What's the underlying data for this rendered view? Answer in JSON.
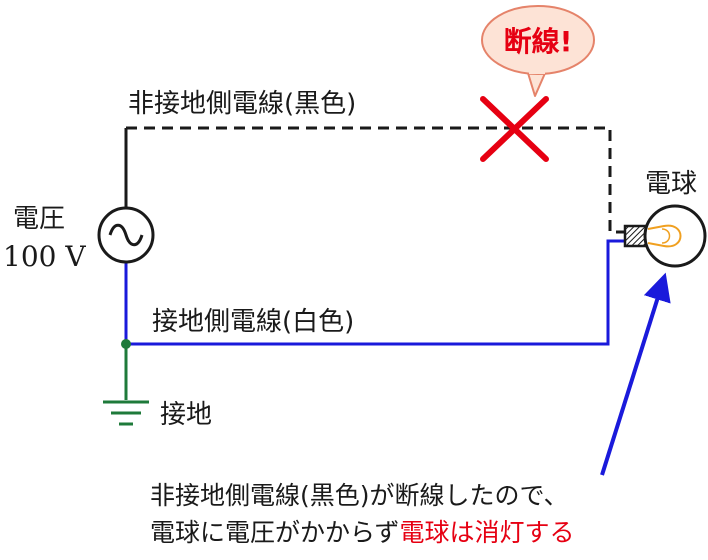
{
  "labels": {
    "hot_wire": "非接地側電線(黒色)",
    "neutral_wire": "接地側電線(白色)",
    "source_name": "電圧",
    "source_value": "100 V",
    "bulb": "電球",
    "ground": "接地",
    "callout": "断線!",
    "note_line1": "非接地側電線(黒色)が断線したので、",
    "note_line2_prefix": "電球に電圧がかからず",
    "note_line2_highlight": "電球は消灯する"
  },
  "colors": {
    "hot_wire": "#1a1a1a",
    "neutral_wire": "#1a1adb",
    "ground_wire": "#1e7a3a",
    "break_mark": "#e60012",
    "callout_fill": "#fde3d6",
    "callout_stroke": "#e5836a",
    "highlight_text": "#e60012",
    "bulb_filament": "#f0a020",
    "arrow": "#1a1adb"
  },
  "icons": {
    "source": "ac-source-icon",
    "bulb": "light-bulb-icon",
    "ground": "ground-symbol-icon",
    "break": "cross-mark-icon",
    "arrow": "pointer-arrow-icon"
  }
}
